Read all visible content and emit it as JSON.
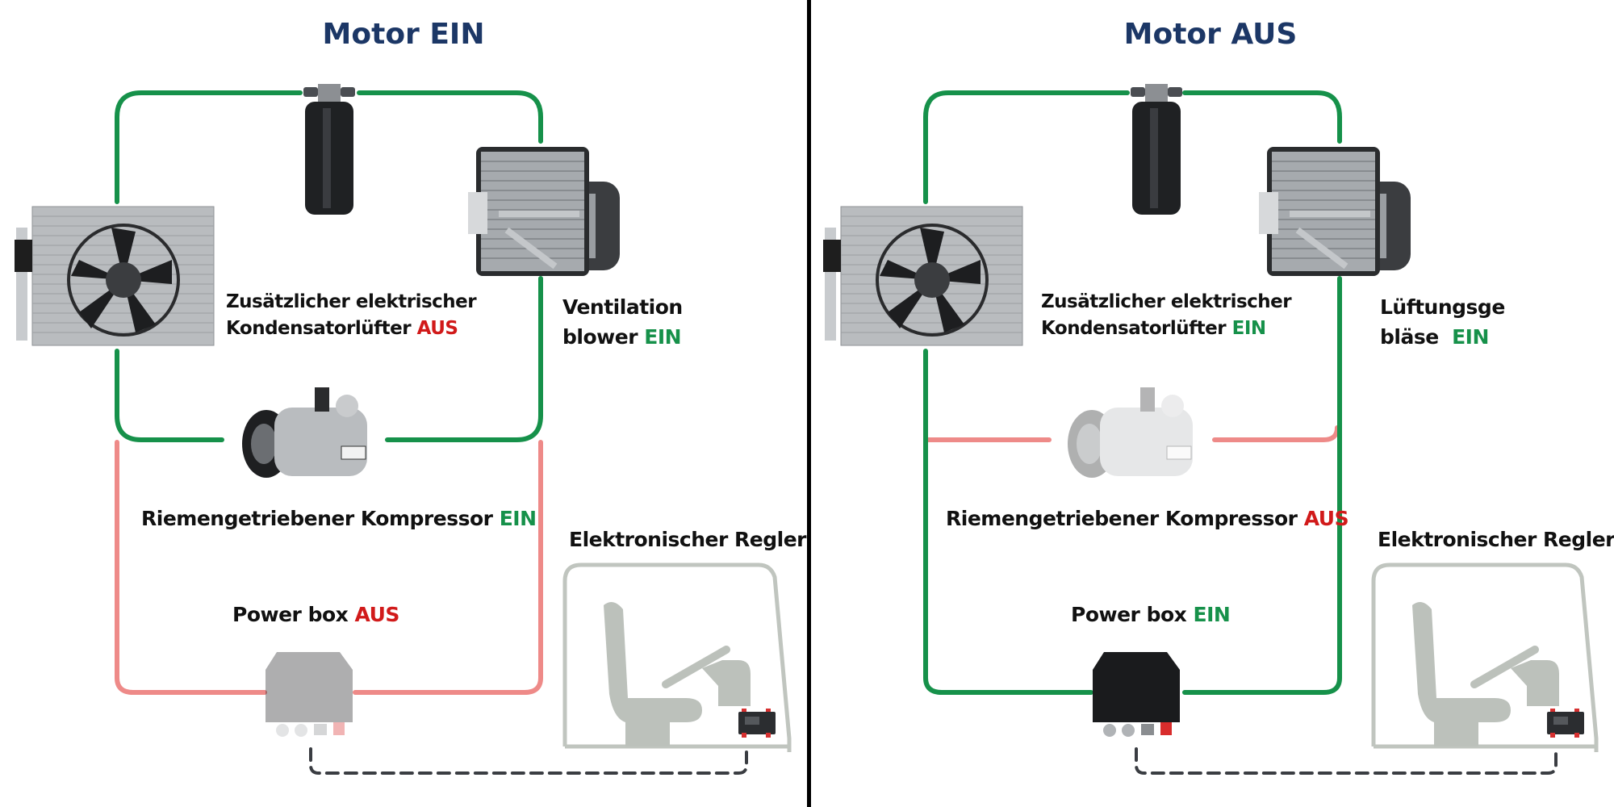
{
  "colors": {
    "title": "#1c3766",
    "status_on": "#16914a",
    "status_off": "#d11a1a",
    "line_active": "#16914a",
    "line_inactive": "#ee8a88",
    "cab_outline": "#c0c5bf",
    "wire_signal": "#3a3d42"
  },
  "panels": [
    {
      "title": "Motor EIN",
      "condenser_fan": {
        "label_line1": "Zusätzlicher elektrischer",
        "label_line2": "Kondensatorlüfter",
        "status": "AUS",
        "state": "off"
      },
      "blower": {
        "label_line1": "Ventilation",
        "label_line2": "blower",
        "status": "EIN",
        "state": "on"
      },
      "compressor": {
        "label": "Riemengetriebener Kompressor",
        "status": "EIN",
        "state": "on",
        "faded": false
      },
      "power_box": {
        "label": "Power box",
        "status": "AUS",
        "state": "off",
        "faded": true
      },
      "controller": {
        "label": "Elektronischer Regler"
      },
      "circuits": {
        "upper_loop": "active",
        "lower_loop": "inactive"
      }
    },
    {
      "title": "Motor AUS",
      "condenser_fan": {
        "label_line1": "Zusätzlicher elektrischer",
        "label_line2": "Kondensatorlüfter",
        "status": "EIN",
        "state": "on"
      },
      "blower": {
        "label_line1": "Lüftungsge",
        "label_line2": "bläse",
        "status": "EIN",
        "state": "on"
      },
      "compressor": {
        "label": "Riemengetriebener Kompressor",
        "status": "AUS",
        "state": "off",
        "faded": true
      },
      "power_box": {
        "label": "Power box",
        "status": "EIN",
        "state": "on",
        "faded": false
      },
      "controller": {
        "label": "Elektronischer Regler"
      },
      "circuits": {
        "upper_loop": "active",
        "lower_loop": "active",
        "compressor_branch": "inactive"
      }
    }
  ]
}
